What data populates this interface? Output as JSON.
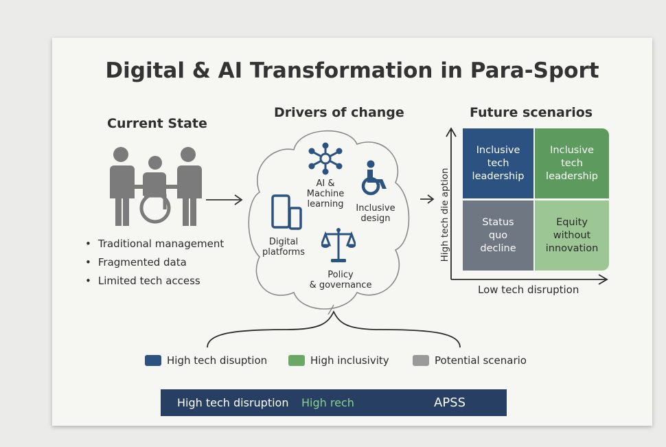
{
  "title": "Digital & AI Transformation in Para-Sport",
  "current_state": {
    "heading": "Current State",
    "icon": "people-with-wheelchair-user-icon",
    "items": [
      "Traditional management",
      "Fragmented data",
      "Limited tech access"
    ]
  },
  "drivers": {
    "heading": "Drivers of change",
    "items": [
      {
        "label": "AI &\nMachine\nlearning",
        "icon": "network-hub-icon"
      },
      {
        "label": "Inclusive\ndesign",
        "icon": "wheelchair-icon"
      },
      {
        "label": "Digital\nplatforms",
        "icon": "devices-icon"
      },
      {
        "label": "Policy\n& governance",
        "icon": "scales-icon"
      }
    ]
  },
  "scenarios": {
    "heading": "Future scenarios",
    "y_axis_label": "High tech die aption",
    "x_axis_label": "Low tech disruption",
    "quadrants": {
      "top_left": "Inclusive\ntech\nleadership",
      "top_right": "Inclusive\ntech\nleadership",
      "bottom_left": "Status\nquo\ndecline",
      "bottom_right": "Equity\nwithout\ninnovation"
    }
  },
  "legend": [
    {
      "label": "High tech disuption",
      "color": "#2b5281"
    },
    {
      "label": "High inclusivity",
      "color": "#6aa866"
    },
    {
      "label": "Potential scenario",
      "color": "#9a9a9a"
    }
  ],
  "banner": {
    "left": "High tech disruption",
    "middle": "High rech",
    "right": "APSS"
  },
  "colors": {
    "navy": "#263f63",
    "blue_quad": "#2b5281",
    "green_quad": "#5c9a5e",
    "gray_quad": "#6e7782",
    "light_green_quad": "#9cc694",
    "banner_green_text": "#8cd28c"
  }
}
